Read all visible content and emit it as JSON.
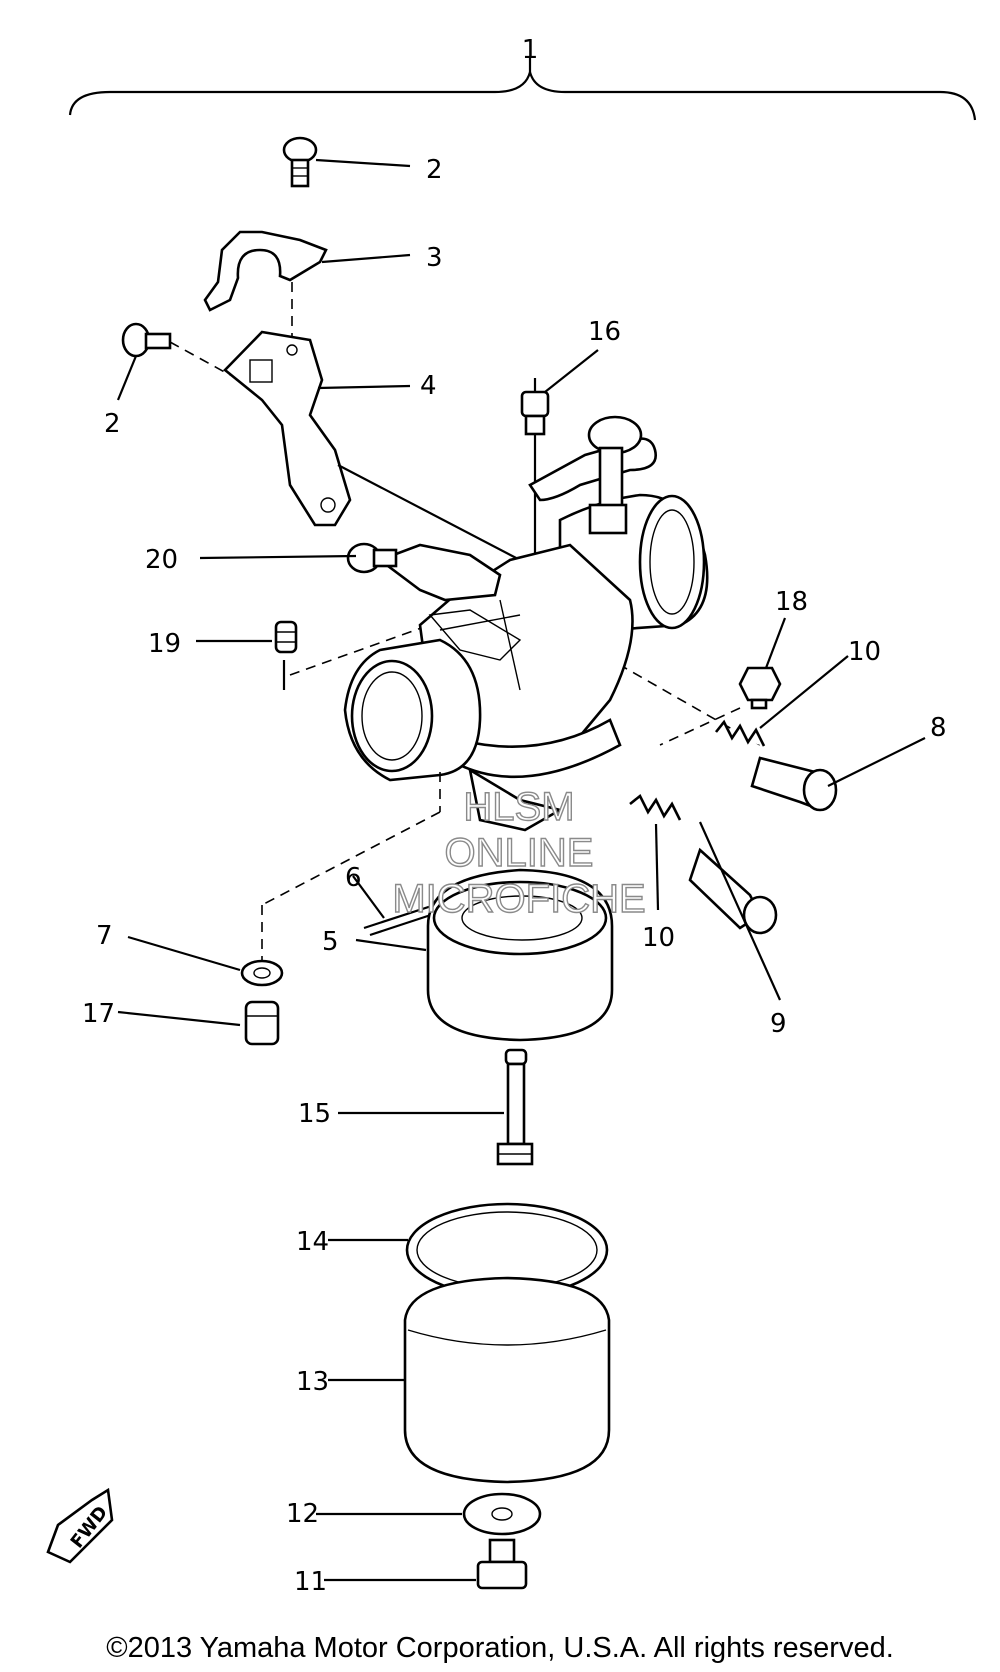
{
  "callouts": {
    "c1": "1",
    "c2a": "2",
    "c2b": "2",
    "c3": "3",
    "c4": "4",
    "c5": "5",
    "c6": "6",
    "c7": "7",
    "c8": "8",
    "c9": "9",
    "c10a": "10",
    "c10b": "10",
    "c11": "11",
    "c12": "12",
    "c13": "13",
    "c14": "14",
    "c15": "15",
    "c16": "16",
    "c17": "17",
    "c18": "18",
    "c19": "19",
    "c20": "20"
  },
  "fwd_label": "FWD",
  "watermark": {
    "line1": "HLSM",
    "line2": "ONLINE",
    "line3": "MICROFICHE"
  },
  "copyright": "©2013 Yamaha Motor Corporation, U.S.A. All rights reserved."
}
